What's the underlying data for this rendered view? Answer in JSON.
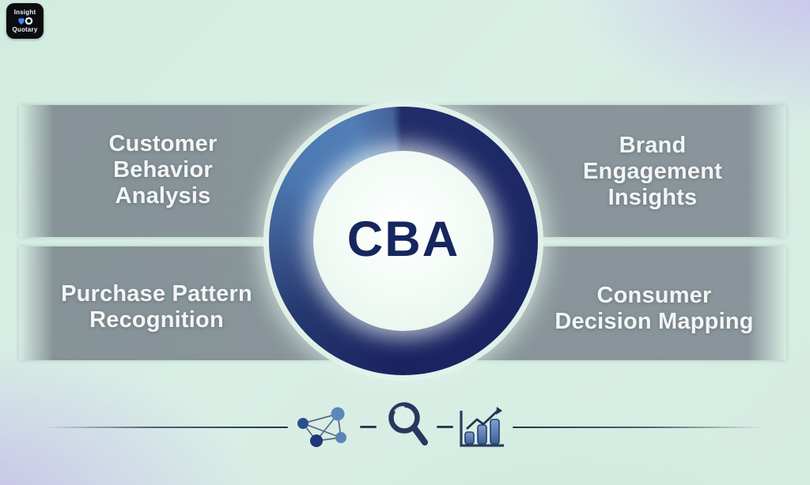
{
  "logo": {
    "line1": "Insight",
    "line2": "Quotary"
  },
  "center": {
    "acronym": "CBA"
  },
  "labels": {
    "top_left": "Customer\nBehavior\nAnalysis",
    "top_right": "Brand\nEngagement\nInsights",
    "bottom_left": "Purchase Pattern\nRecognition",
    "bottom_right": "Consumer\nDecision Mapping"
  },
  "footer_icons": [
    "network-graph",
    "magnifying-glass",
    "bar-chart-growth"
  ],
  "colors": {
    "ring_navy": "#1b2664",
    "ring_steel_blue": "#4d79b2",
    "inner_circle": "#f3fbf6",
    "acronym_navy": "#16265e",
    "band_gray": "#757e86",
    "label_text": "#f3f6f5",
    "background_mint": "#d6ece2",
    "background_lavender": "#c7beee",
    "icon_navy": "#26395c",
    "icon_blue_light": "#5b86c0",
    "icon_blue_dark": "#1c3876"
  }
}
